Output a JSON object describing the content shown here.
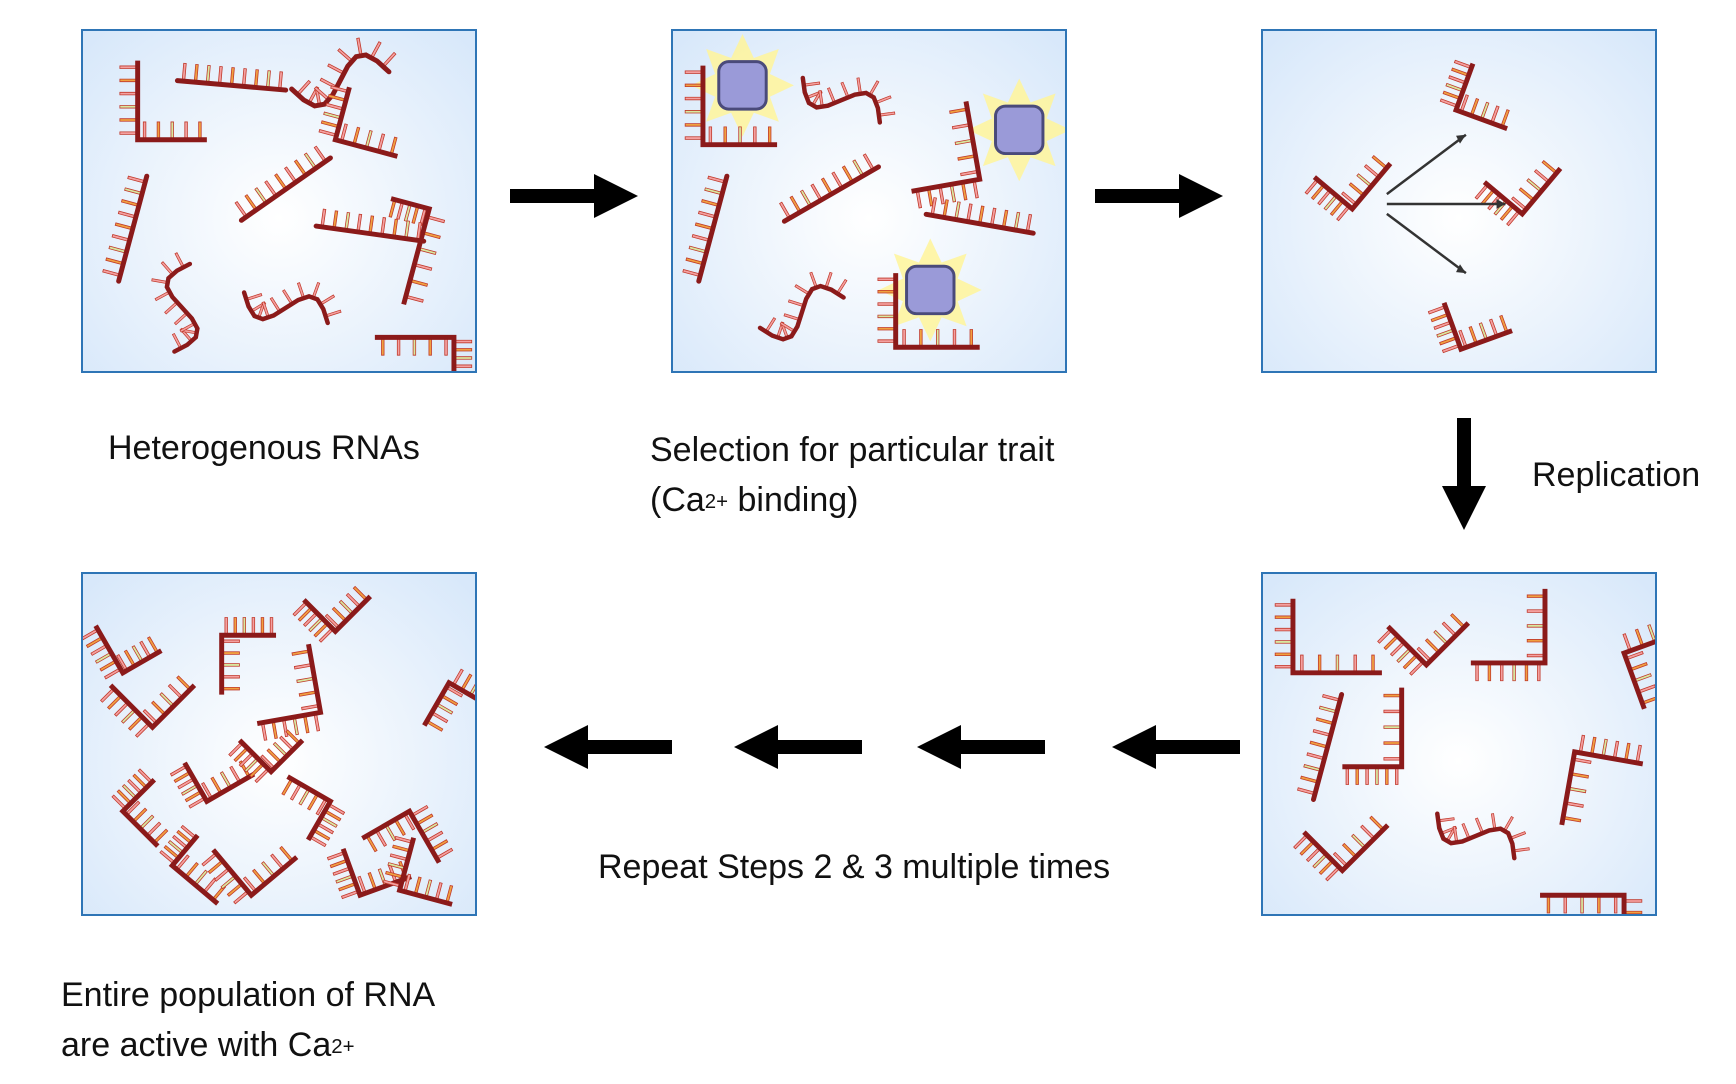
{
  "steps": {
    "heterogenous": {
      "label": "Heterogenous RNAs"
    },
    "selection": {
      "label_line1": "Selection for particular trait",
      "label_line2_pre": "(Ca",
      "label_line2_sup": "2+",
      "label_line2_post": " binding)"
    },
    "replication": {
      "label": "Replication"
    },
    "repeat": {
      "label": "Repeat Steps 2 & 3 multiple times"
    },
    "result": {
      "label_line1": "Entire population of RNA",
      "label_line2_pre": "are active with Ca",
      "label_line2_sup": "2+"
    }
  },
  "colors": {
    "strand": "#8b1a1a",
    "base_fill_a": "#f4a0a0",
    "base_fill_b": "#f0a040",
    "base_fill_c": "#d8e8a0",
    "panel_border": "#2e75b6",
    "ion": "#9a9ad8",
    "glow": "#fff59a",
    "arrow": "#000000"
  }
}
